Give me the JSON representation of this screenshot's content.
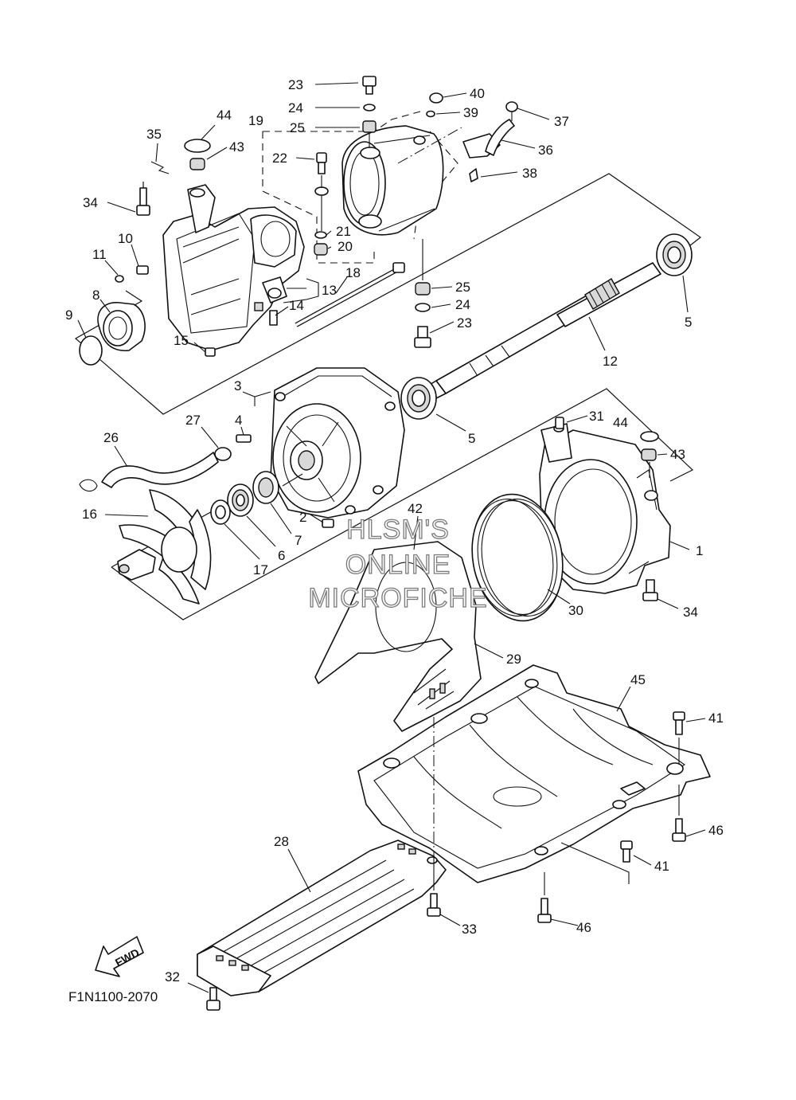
{
  "diagram_code": "F1N1100-2070",
  "direction_label": "FWD",
  "watermark": [
    "HLSM'S",
    "ONLINE",
    "MICROFICHE"
  ],
  "callouts": {
    "c1": "1",
    "c2": "2",
    "c3": "3",
    "c4": "4",
    "c5a": "5",
    "c5b": "5",
    "c6": "6",
    "c7": "7",
    "c8": "8",
    "c9": "9",
    "c10": "10",
    "c11": "11",
    "c12": "12",
    "c13": "13",
    "c14": "14",
    "c15": "15",
    "c16": "16",
    "c17": "17",
    "c18": "18",
    "c19": "19",
    "c20": "20",
    "c21": "21",
    "c22": "22",
    "c23a": "23",
    "c23b": "23",
    "c24a": "24",
    "c24b": "24",
    "c25a": "25",
    "c25b": "25",
    "c26": "26",
    "c27": "27",
    "c28": "28",
    "c29": "29",
    "c30": "30",
    "c31": "31",
    "c32": "32",
    "c33": "33",
    "c34a": "34",
    "c34b": "34",
    "c35": "35",
    "c36": "36",
    "c37": "37",
    "c38": "38",
    "c39": "39",
    "c40": "40",
    "c41a": "41",
    "c41b": "41",
    "c42": "42",
    "c43a": "43",
    "c43b": "43",
    "c44a": "44",
    "c44b": "44",
    "c45": "45",
    "c46a": "46",
    "c46b": "46"
  }
}
